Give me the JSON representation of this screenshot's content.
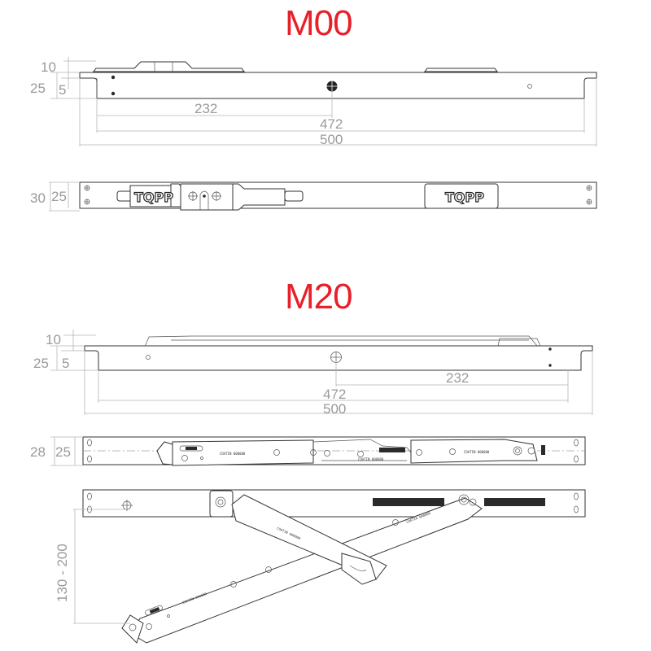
{
  "models": [
    {
      "name": "M00",
      "side_view": {
        "dims": {
          "top_offset": "10",
          "height": "25",
          "lip": "5",
          "pivot": "232",
          "inner_length": "472",
          "total_length": "500"
        }
      },
      "top_view": {
        "dims": {
          "outer_width": "30",
          "inner_width": "25"
        },
        "logos": [
          "TQPP",
          "TQPP"
        ]
      }
    },
    {
      "name": "M20",
      "side_view": {
        "dims": {
          "top_offset": "10",
          "height": "25",
          "lip": "5",
          "pivot": "232",
          "inner_length": "472",
          "total_length": "500"
        }
      },
      "top_view": {
        "dims": {
          "outer_width": "28",
          "inner_width": "25"
        }
      },
      "open_view": {
        "dims": {
          "opening_range": "130 - 200"
        }
      }
    }
  ],
  "colors": {
    "title": "#e8202a",
    "dimension_text": "#9a9a9a",
    "outline": "#333333"
  }
}
